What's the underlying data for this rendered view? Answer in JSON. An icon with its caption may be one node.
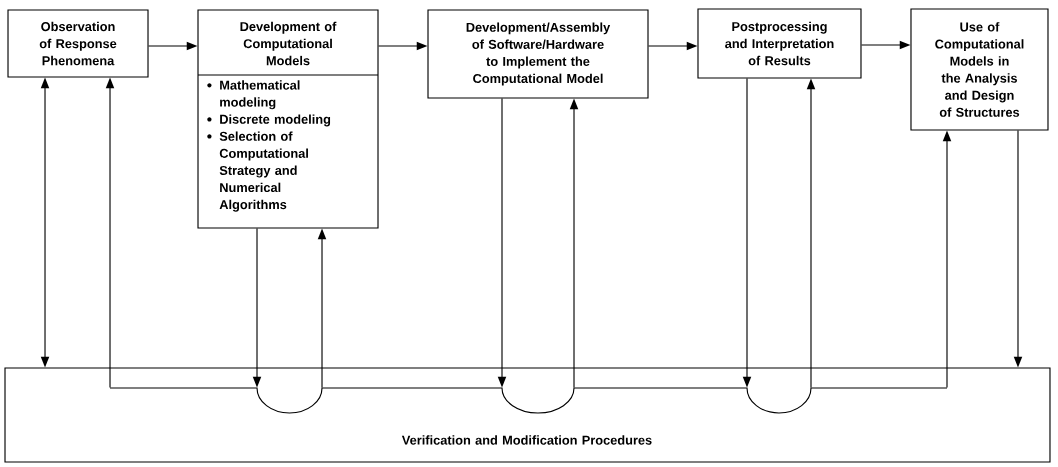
{
  "diagram": {
    "nodes": [
      {
        "text": [
          "Observation of Response Phenomena"
        ]
      },
      {
        "text": [
          "Development of Computational Models",
          "Mathematical modeling",
          "Discrete modeling",
          "Selection of Computational Strategy and Numerical Algorithms"
        ]
      },
      {
        "text": [
          "Development/Assembly of Software/Hardware to Implement the Computational Model"
        ]
      },
      {
        "text": [
          "Postprocessing and Interpretation of Results"
        ]
      },
      {
        "text": [
          "Use of Computational Models in the Analysis and Design of Structures"
        ]
      },
      {
        "text": [
          "Verification and Modification Procedures"
        ]
      }
    ],
    "edges": [
      {
        "from": 0,
        "to": 1,
        "arrow": "to"
      },
      {
        "from": 1,
        "to": 2,
        "arrow": "to"
      },
      {
        "from": 2,
        "to": 3,
        "arrow": "to"
      },
      {
        "from": 3,
        "to": 4,
        "arrow": "to"
      },
      {
        "from": 0,
        "to": 5,
        "arrow": "both"
      },
      {
        "from": 5,
        "to": 0,
        "arrow": "to"
      },
      {
        "from": 1,
        "to": 5,
        "arrow": "to"
      },
      {
        "from": 5,
        "to": 1,
        "arrow": "to"
      },
      {
        "from": 2,
        "to": 5,
        "arrow": "to"
      },
      {
        "from": 5,
        "to": 2,
        "arrow": "to"
      },
      {
        "from": 3,
        "to": 5,
        "arrow": "to"
      },
      {
        "from": 5,
        "to": 3,
        "arrow": "to"
      },
      {
        "from": 5,
        "to": 4,
        "arrow": "to"
      },
      {
        "from": 4,
        "to": 5,
        "arrow": "to"
      }
    ]
  }
}
